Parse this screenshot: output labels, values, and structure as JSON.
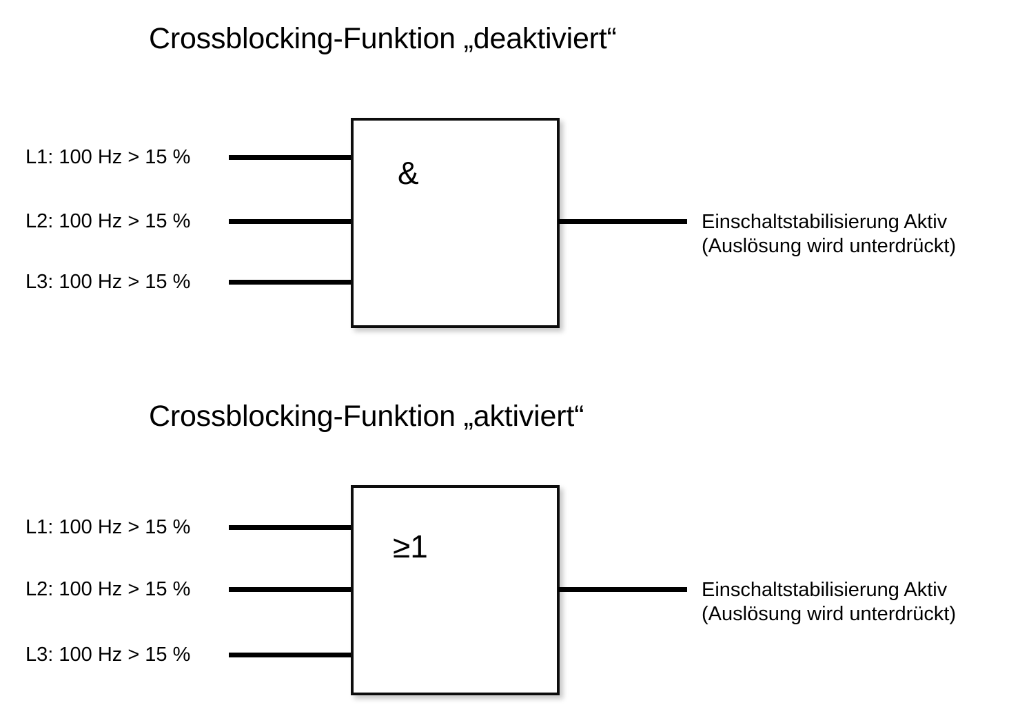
{
  "diagram": {
    "background_color": "#ffffff",
    "line_color": "#000000",
    "box_border_color": "#0d0d0d",
    "sections": [
      {
        "title": "Crossblocking-Funktion „deaktiviert“",
        "gate": {
          "symbol": "&",
          "type": "AND"
        },
        "inputs": [
          {
            "label": "L1: 100 Hz > 15 %"
          },
          {
            "label": "L2: 100 Hz > 15 %"
          },
          {
            "label": "L3: 100 Hz > 15 %"
          }
        ],
        "output": {
          "line1": "Einschaltstabilisierung Aktiv",
          "line2": "(Auslösung wird unterdrückt)"
        }
      },
      {
        "title": "Crossblocking-Funktion „aktiviert“",
        "gate": {
          "symbol": "≥1",
          "type": "OR"
        },
        "inputs": [
          {
            "label": "L1: 100 Hz > 15 %"
          },
          {
            "label": "L2: 100 Hz > 15 %"
          },
          {
            "label": "L3: 100 Hz > 15 %"
          }
        ],
        "output": {
          "line1": "Einschaltstabilisierung Aktiv",
          "line2": "(Auslösung wird unterdrückt)"
        }
      }
    ]
  }
}
